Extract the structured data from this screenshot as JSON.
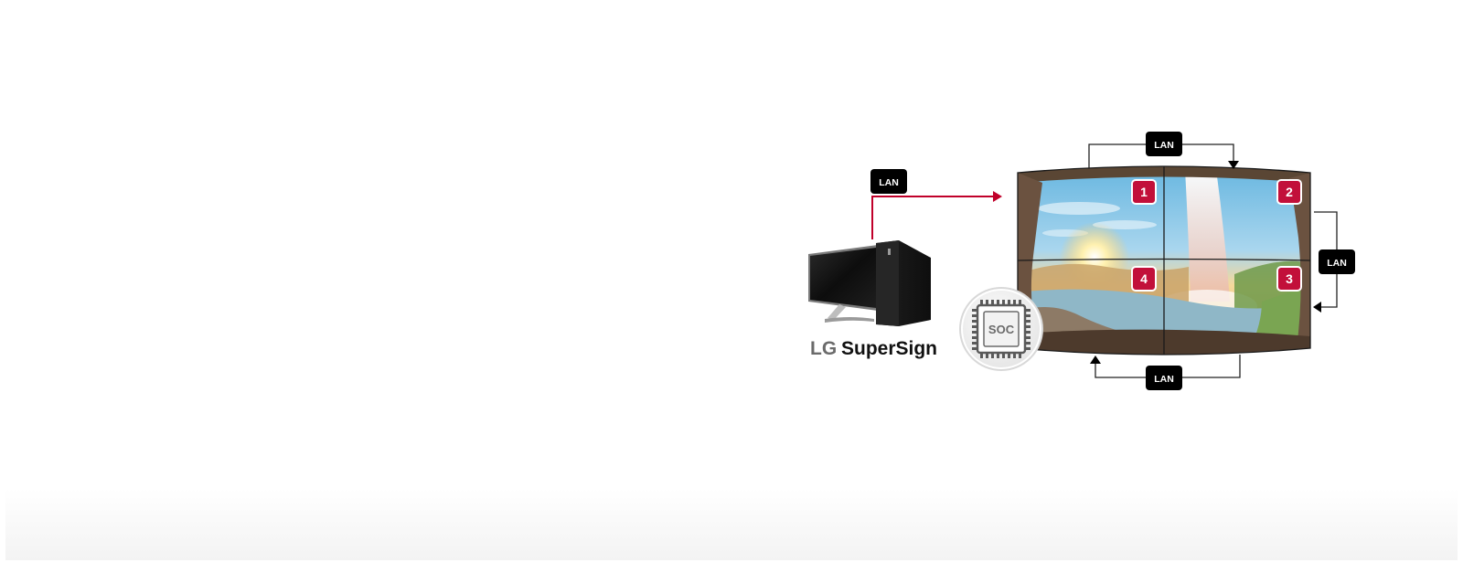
{
  "diagram": {
    "lan_labels": [
      "LAN",
      "LAN",
      "LAN",
      "LAN"
    ],
    "tiles": [
      "1",
      "2",
      "4",
      "3"
    ],
    "chip_label": "SOC",
    "logo": {
      "brand": "LG",
      "product": "SuperSign"
    }
  },
  "colors": {
    "accent_red": "#c0002a",
    "badge_red": "#c2103a",
    "label_bg": "#000000",
    "connector": "#222222"
  }
}
